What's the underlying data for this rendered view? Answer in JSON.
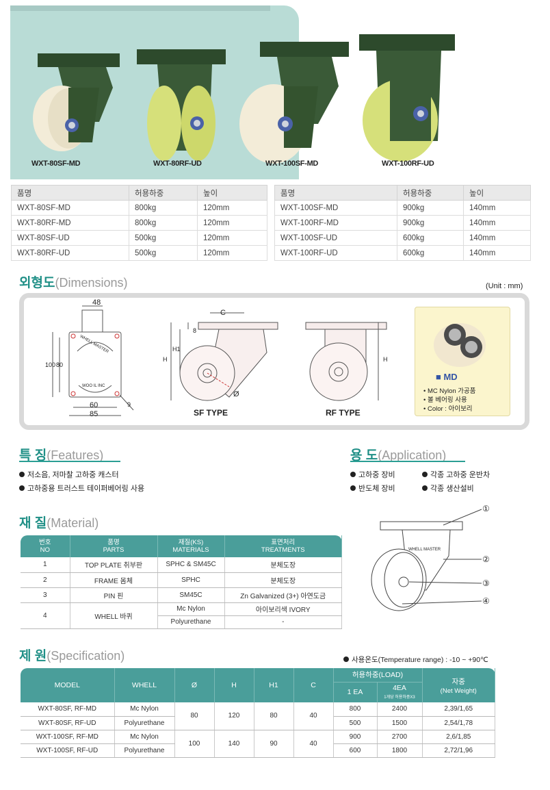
{
  "products": {
    "labels": [
      "WXT-80SF-MD",
      "WXT-80RF-UD",
      "WXT-100SF-MD",
      "WXT-100RF-UD"
    ]
  },
  "load_table": {
    "headers": [
      "품명",
      "허용하중",
      "높이"
    ],
    "left": [
      [
        "WXT-80SF-MD",
        "800kg",
        "120mm"
      ],
      [
        "WXT-80RF-MD",
        "800kg",
        "120mm"
      ],
      [
        "WXT-80SF-UD",
        "500kg",
        "120mm"
      ],
      [
        "WXT-80RF-UD",
        "500kg",
        "120mm"
      ]
    ],
    "right": [
      [
        "WXT-100SF-MD",
        "900kg",
        "140mm"
      ],
      [
        "WXT-100RF-MD",
        "900kg",
        "140mm"
      ],
      [
        "WXT-100SF-UD",
        "600kg",
        "140mm"
      ],
      [
        "WXT-100RF-UD",
        "600kg",
        "140mm"
      ]
    ]
  },
  "dimensions": {
    "title_ko": "외형도",
    "title_en": "(Dimensions)",
    "unit": "(Unit : mm)",
    "front": {
      "top": "48",
      "h1": "100",
      "h2": "80",
      "w1": "60",
      "w2": "85",
      "hole": "9",
      "brand": "WHELL MASTER",
      "brand2": "WOO IL INC"
    },
    "sf": {
      "c": "C",
      "t": "8",
      "h1": "H1",
      "h": "H",
      "dia": "Ø",
      "name": "SF TYPE"
    },
    "rf": {
      "h": "H",
      "name": "RF TYPE"
    },
    "md": {
      "label": "MD",
      "notes": [
        "MC Nylon 가공품",
        "볼 베어링 사용",
        "Color : 아이보리"
      ]
    }
  },
  "features": {
    "title_ko": "특 징",
    "title_en": "(Features)",
    "items": [
      "저소음, 저마찰 고하중 캐스터",
      "고하중용 트러스트 테이퍼베어링 사용"
    ]
  },
  "application": {
    "title_ko": "용 도",
    "title_en": "(Application)",
    "items": [
      "고하중 장비",
      "각종 고하중 운반차",
      "반도체 장비",
      "각종 생산설비"
    ]
  },
  "material": {
    "title_ko": "재 질",
    "title_en": "(Material)",
    "headers": [
      [
        "번호",
        "NO"
      ],
      [
        "품명",
        "PARTS"
      ],
      [
        "재질(KS)",
        "MATERIALS"
      ],
      [
        "표면처리",
        "TREATMENTS"
      ]
    ],
    "rows": [
      [
        "1",
        "TOP PLATE 취부판",
        "SPHC & SM45C",
        "분체도장"
      ],
      [
        "2",
        "FRAME 몸체",
        "SPHC",
        "분체도장"
      ],
      [
        "3",
        "PIN 핀",
        "SM45C",
        "Zn Galvanized (3+) 아연도금"
      ]
    ],
    "row4": {
      "no": "4",
      "part": "WHELL 바퀴",
      "mats": [
        "Mc Nylon",
        "Polyurethane"
      ],
      "treats": [
        "아이보리색 IVORY",
        "-"
      ]
    },
    "callouts": [
      "①",
      "②",
      "③",
      "④"
    ],
    "diagram_brand": "WHELL MASTER"
  },
  "spec": {
    "title_ko": "제 원",
    "title_en": "(Specification)",
    "temp": "사용온도(Temperature range) : -10 ~ +90℃",
    "headers": {
      "model": "MODEL",
      "whell": "WHELL",
      "dia": "Ø",
      "h": "H",
      "h1": "H1",
      "c": "C",
      "load": "허용하중(LOAD)",
      "ea1": "1 EA",
      "ea4": "4EA",
      "ea4note": "1개당 허용하중X3",
      "weight1": "자중",
      "weight2": "(Net Weight)"
    },
    "groups": [
      {
        "dia": "80",
        "h": "120",
        "h1": "80",
        "c": "40",
        "rows": [
          [
            "WXT-80SF, RF-MD",
            "Mc Nylon",
            "800",
            "2400",
            "2,39/1,65"
          ],
          [
            "WXT-80SF, RF-UD",
            "Polyurethane",
            "500",
            "1500",
            "2,54/1,78"
          ]
        ]
      },
      {
        "dia": "100",
        "h": "140",
        "h1": "90",
        "c": "40",
        "rows": [
          [
            "WXT-100SF, RF-MD",
            "Mc Nylon",
            "900",
            "2700",
            "2,6/1,85"
          ],
          [
            "WXT-100SF, RF-UD",
            "Polyurethane",
            "600",
            "1800",
            "2,72/1,96"
          ]
        ]
      }
    ]
  },
  "colors": {
    "teal": "#4a9e9a",
    "section": "#1f8f86",
    "hero": "#b9dcd6"
  }
}
